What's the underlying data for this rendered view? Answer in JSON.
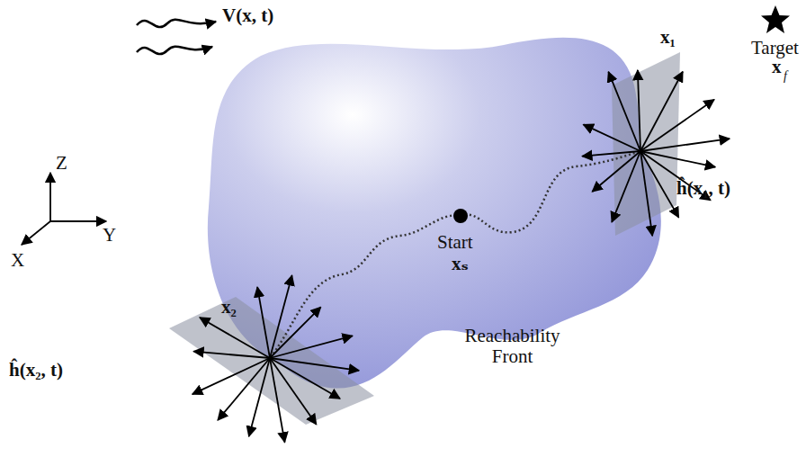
{
  "diagram": {
    "labels": [
      "V(x, t)",
      "Z",
      "Y",
      "X",
      "x₁",
      "Target",
      "x",
      "f",
      "ĥ(x₁, t)",
      "Start",
      "xₛ",
      "Reachability Front",
      "x₂",
      "ĥ(x₂, t)"
    ]
  }
}
